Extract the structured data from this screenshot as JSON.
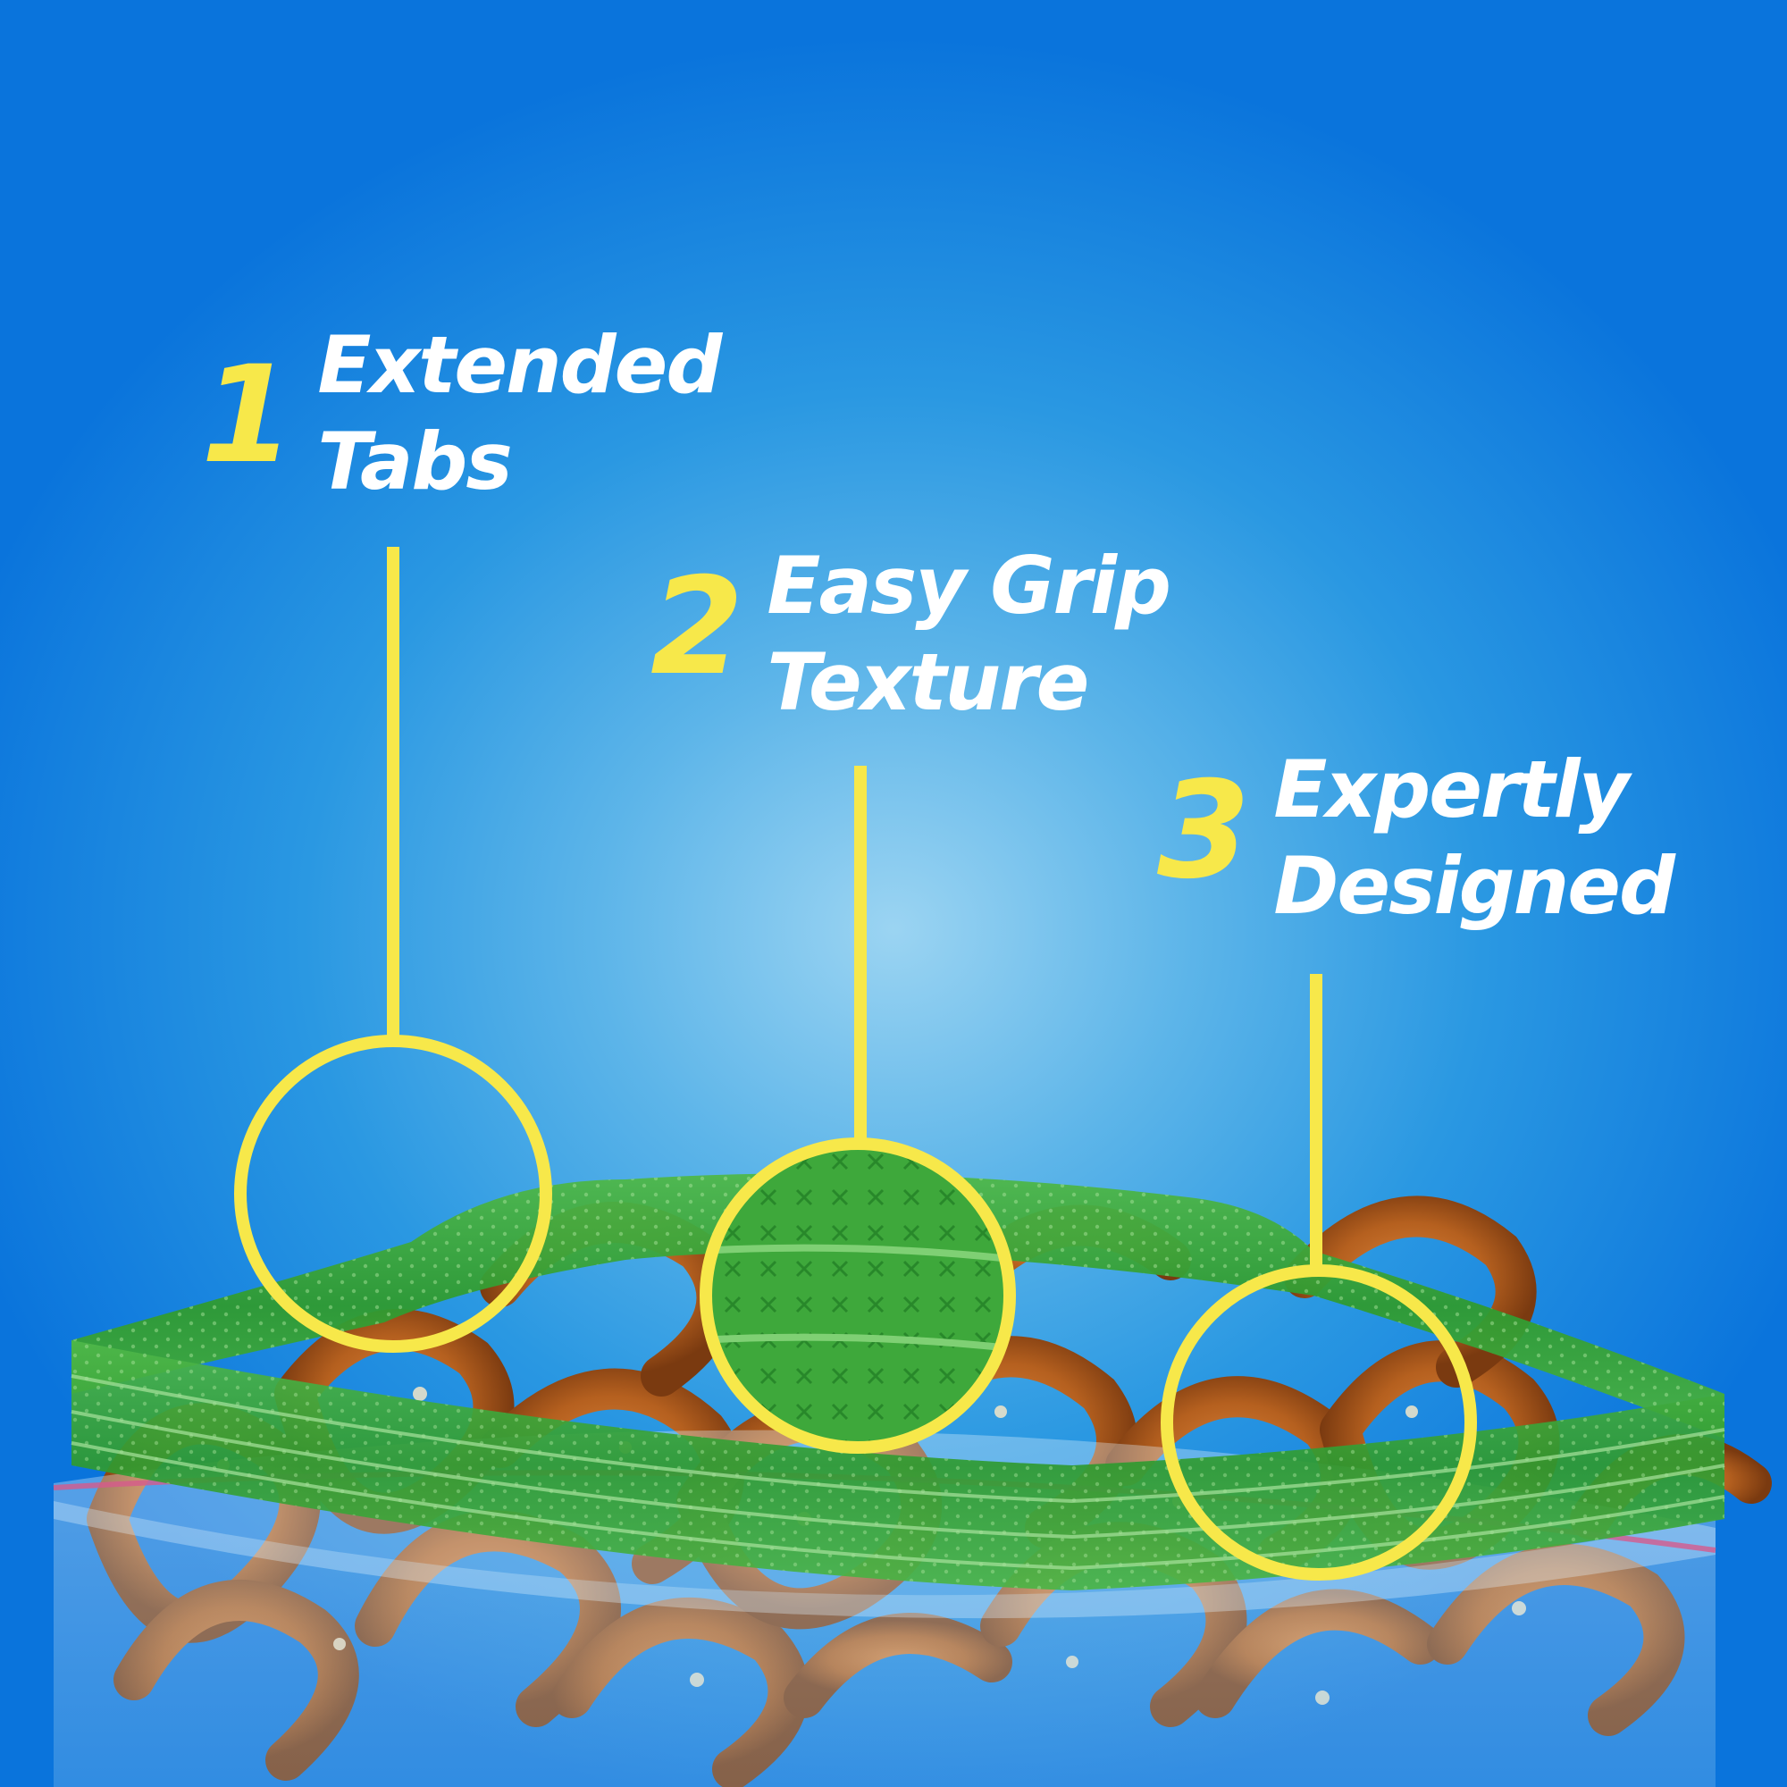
{
  "callouts": [
    {
      "number": "1",
      "line1": "Extended",
      "line2": "Tabs"
    },
    {
      "number": "2",
      "line1": "Easy Grip",
      "line2": "Texture"
    },
    {
      "number": "3",
      "line1": "Expertly",
      "line2": "Designed"
    }
  ],
  "colors": {
    "accent_yellow": "#f7e84a",
    "label_white": "#ffffff",
    "background_blue": "#0a74dc",
    "background_light": "#9bd4f2",
    "zipper_green": "#3da23a",
    "pretzel_brown": "#b5601f"
  }
}
